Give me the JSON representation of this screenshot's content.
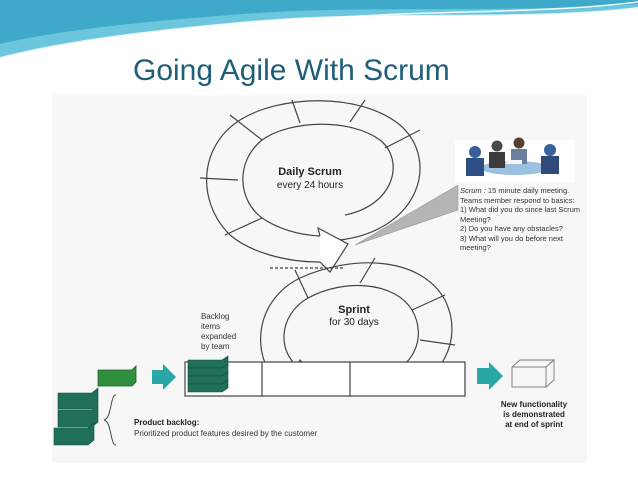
{
  "slide": {
    "title": "Going Agile With Scrum"
  },
  "diagram": {
    "daily_scrum": {
      "title": "Daily Scrum",
      "subtitle": "every 24 hours"
    },
    "sprint": {
      "title": "Sprint",
      "subtitle": "for 30 days"
    },
    "callout": {
      "line1_italic": "Scrum :",
      "line1_rest": " 15 minute daily meeting.",
      "line2": "Teams member respond to basics:",
      "line3": "1) What did you do since last Scrum",
      "line4": "Meeting?",
      "line5": "2) Do you have any obstacles?",
      "line6": "3) What will you do before next",
      "line7": "meeting?"
    },
    "backlog_expanded": [
      "Backlog",
      "items",
      "expanded",
      "by team"
    ],
    "product_backlog": {
      "title": "Product backlog:",
      "subtitle": "Prioritized product features desired by the customer"
    },
    "new_functionality": [
      "New functionality",
      "is demonstrated",
      "at end of sprint"
    ]
  },
  "colors": {
    "title": "#1e5f78",
    "teal_block": "#1f6f5a",
    "green_block": "#2f8f3f",
    "arrow": "#2aa7a7",
    "banner": "#3fa9c9"
  }
}
